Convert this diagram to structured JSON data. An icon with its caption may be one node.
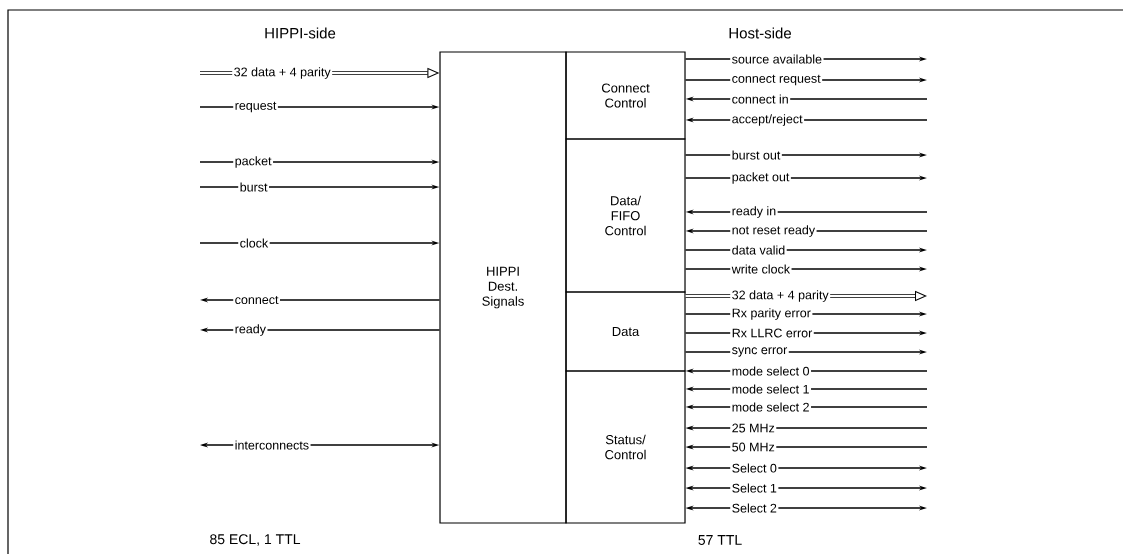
{
  "diagram": {
    "nodes": [
      {
        "text": [
          "HIPPI Dest. Signals"
        ]
      },
      {
        "text": [
          "Connect Control"
        ]
      },
      {
        "text": [
          "Data/ FIFO Control"
        ]
      },
      {
        "text": [
          "Data"
        ]
      },
      {
        "text": [
          "Status/ Control"
        ]
      }
    ],
    "edges": [
      {
        "from": null,
        "to": 0,
        "arrow": "to",
        "label": "32 data + 4 parity",
        "style": "thick"
      },
      {
        "from": null,
        "to": 0,
        "arrow": "to",
        "label": "request"
      },
      {
        "from": null,
        "to": 0,
        "arrow": "to",
        "label": "packet"
      },
      {
        "from": null,
        "to": 0,
        "arrow": "to",
        "label": "burst"
      },
      {
        "from": null,
        "to": 0,
        "arrow": "to",
        "label": "clock"
      },
      {
        "from": 0,
        "to": null,
        "arrow": "to",
        "label": "connect"
      },
      {
        "from": 0,
        "to": null,
        "arrow": "to",
        "label": "ready"
      },
      {
        "from": null,
        "to": 0,
        "arrow": "both",
        "label": "interconnects"
      },
      {
        "from": 1,
        "to": null,
        "arrow": "to",
        "label": "source available"
      },
      {
        "from": 1,
        "to": null,
        "arrow": "to",
        "label": "connect request"
      },
      {
        "from": null,
        "to": 1,
        "arrow": "to",
        "label": "connect in"
      },
      {
        "from": null,
        "to": 1,
        "arrow": "to",
        "label": "accept/reject"
      },
      {
        "from": 2,
        "to": null,
        "arrow": "to",
        "label": "burst out"
      },
      {
        "from": 2,
        "to": null,
        "arrow": "to",
        "label": "packet out"
      },
      {
        "from": null,
        "to": 2,
        "arrow": "to",
        "label": "ready in"
      },
      {
        "from": null,
        "to": 2,
        "arrow": "to",
        "label": "not reset ready"
      },
      {
        "from": 2,
        "to": null,
        "arrow": "to",
        "label": "data valid"
      },
      {
        "from": 2,
        "to": null,
        "arrow": "to",
        "label": "write clock"
      },
      {
        "from": 3,
        "to": null,
        "arrow": "to",
        "label": "32 data + 4 parity",
        "style": "thick"
      },
      {
        "from": 3,
        "to": null,
        "arrow": "to",
        "label": "Rx parity error"
      },
      {
        "from": 3,
        "to": null,
        "arrow": "to",
        "label": "Rx LLRC error"
      },
      {
        "from": 3,
        "to": null,
        "arrow": "to",
        "label": "sync error"
      },
      {
        "from": null,
        "to": 4,
        "arrow": "to",
        "label": "mode select 0"
      },
      {
        "from": null,
        "to": 4,
        "arrow": "to",
        "label": "mode select 1"
      },
      {
        "from": null,
        "to": 4,
        "arrow": "to",
        "label": "mode select 2"
      },
      {
        "from": null,
        "to": 4,
        "arrow": "to",
        "label": "25 MHz"
      },
      {
        "from": null,
        "to": 4,
        "arrow": "to",
        "label": "50 MHz"
      },
      {
        "from": null,
        "to": 4,
        "arrow": "both",
        "label": "Select 0"
      },
      {
        "from": null,
        "to": 4,
        "arrow": "both",
        "label": "Select 1"
      },
      {
        "from": null,
        "to": 4,
        "arrow": "both",
        "label": "Select 2"
      }
    ],
    "labels": [
      "HIPPI-side",
      "Host-side",
      "85 ECL, 1 TTL",
      "57 TTL"
    ]
  }
}
